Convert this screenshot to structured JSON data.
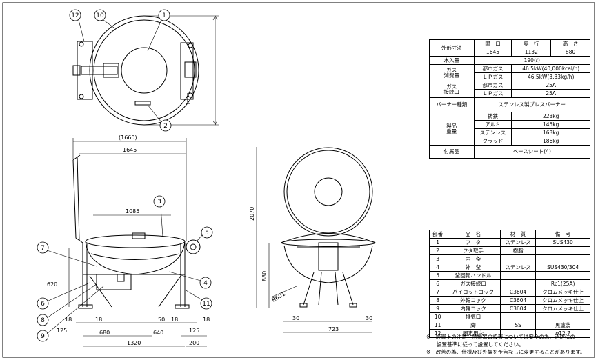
{
  "dimensions": {
    "top_depth": "1132",
    "overall_width_lid": "(1660)",
    "overall_width": "1645",
    "pan_width": "1085",
    "height": "2070",
    "pan_height": "620",
    "side_height": "880",
    "radius": "R601",
    "side_margin_l": "30",
    "side_margin_r": "30",
    "side_base": "723",
    "foot_a": "18",
    "foot_b": "18",
    "foot_c": "18",
    "foot_d": "18",
    "foot_e": "50",
    "foot_f": "125",
    "foot_g": "125",
    "span_a": "680",
    "span_b": "640",
    "span_total": "1320",
    "span_right": "200"
  },
  "callouts": [
    "1",
    "2",
    "3",
    "4",
    "5",
    "6",
    "7",
    "8",
    "9",
    "10",
    "11",
    "12"
  ],
  "spec_table": {
    "outer_label": "外形寸法",
    "headers": [
      "間　口",
      "奥　行",
      "高　さ"
    ],
    "values": [
      "1645",
      "1132",
      "880"
    ],
    "water_label": "水入量",
    "water_value": "190(ℓ)",
    "gas_consumption_label": "ガス\n消費量",
    "city_gas": "都市ガス",
    "lp_gas": "ＬＰガス",
    "consumption_city": "46.5kW(40,000kcal/h)",
    "consumption_lp": "46.5kW(3.33kg/h)",
    "gas_conn_label": "ガス\n接続口",
    "conn_city": "25A",
    "conn_lp": "25A",
    "burner_label": "バーナー種類",
    "burner_value": "ステンレス製ブレスバーナー",
    "weight_label": "製品\n重量",
    "weights": [
      {
        "material": "鋳鉄",
        "value": "223kg"
      },
      {
        "material": "アルミ",
        "value": "145kg"
      },
      {
        "material": "ステンレス",
        "value": "163kg"
      },
      {
        "material": "クラッド",
        "value": "186kg"
      }
    ],
    "accessory_label": "付属品",
    "accessory_value": "ベースシート(4)"
  },
  "parts_table": {
    "headers": [
      "部番",
      "品　名",
      "材　質",
      "備　考"
    ],
    "rows": [
      [
        "1",
        "フ　タ",
        "ステンレス",
        "SUS430"
      ],
      [
        "2",
        "フタ取手",
        "樹脂",
        ""
      ],
      [
        "3",
        "内　釜",
        "",
        ""
      ],
      [
        "4",
        "外　釜",
        "ステンレス",
        "SUS430/304"
      ],
      [
        "5",
        "釜回転ハンドル",
        "",
        ""
      ],
      [
        "6",
        "ガス接続口",
        "",
        "Rc1(25A)"
      ],
      [
        "7",
        "パイロットコック",
        "C3604",
        "クロムメッキ仕上"
      ],
      [
        "8",
        "外輪コック",
        "C3604",
        "クロムメッキ仕上"
      ],
      [
        "9",
        "内輪コック",
        "C3604",
        "クロムメッキ仕上"
      ],
      [
        "10",
        "排気口",
        "",
        ""
      ],
      [
        "11",
        "脚",
        "SS",
        "黒塗装"
      ],
      [
        "12",
        "固定用穴",
        "",
        "φ12.7"
      ]
    ]
  },
  "notes": [
    "※　設置上の注意　熱機器の設置については安全の為、消防法の",
    "　　設置基準に従って設置してください。",
    "※　改善の為、仕様及び外観を予告なしに変更することがあります。"
  ]
}
